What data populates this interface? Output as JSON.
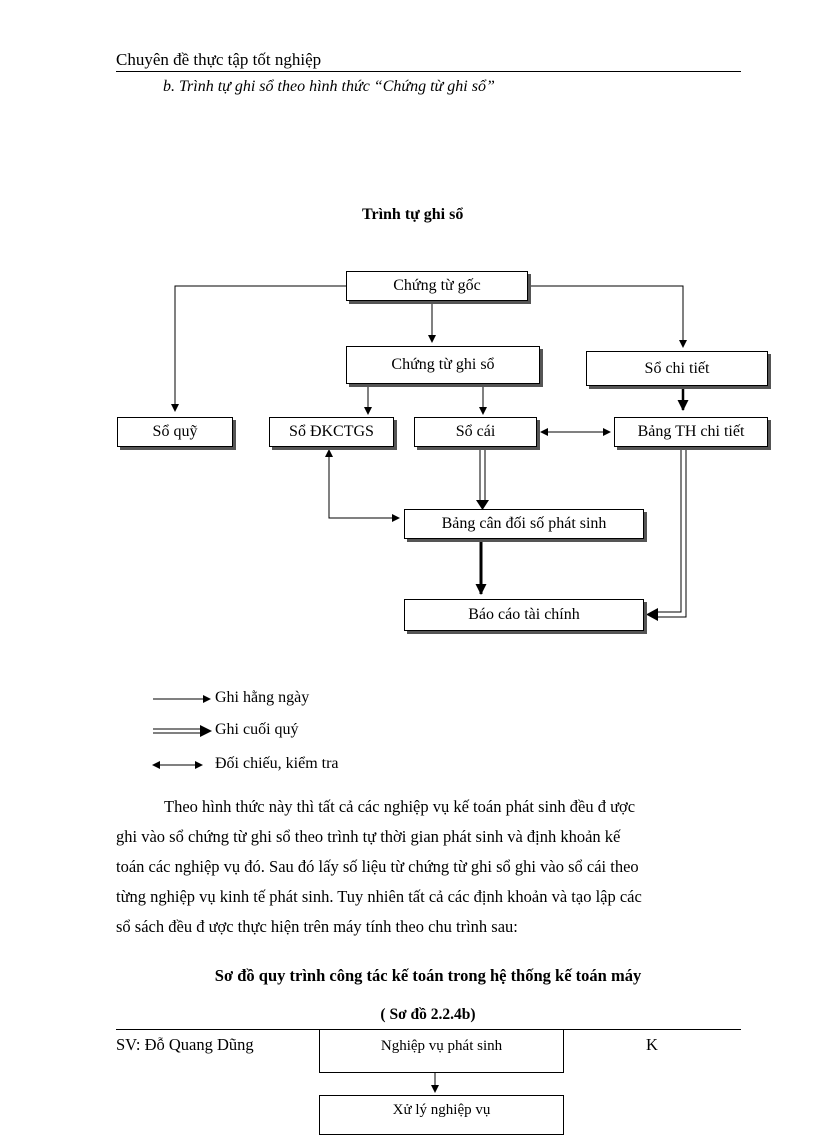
{
  "header": {
    "title": "Chuyên đề thực tập tốt nghiệp"
  },
  "section_heading": "b. Trình tự ghi sổ theo hình thức “Chứng từ ghi sổ”",
  "diagram1": {
    "title": "Trình tự ghi sổ",
    "boxes": {
      "chung_tu_goc": "Chứng từ gốc",
      "chung_tu_ghi_so": "Chứng từ ghi sổ",
      "so_chi_tiet": "Sổ chi tiết",
      "so_quy": "Sổ quỹ",
      "so_dkctgs": "Sổ ĐKCTGS",
      "so_cai": "Sổ cái",
      "bang_th_chi_tiet": "Bảng TH chi tiết",
      "bang_can_doi": "Bảng cân đối số phát sinh",
      "bao_cao_tai_chinh": "Báo cáo tài chính"
    }
  },
  "legend": {
    "daily": "Ghi hằng ngày",
    "quarterly": "Ghi cuối quý",
    "check": "Đối chiếu, kiểm tra"
  },
  "paragraph": {
    "line1": "Theo hình thức này thì tất cả các nghiệp vụ kế toán phát sinh đều đ ược",
    "line2": "ghi vào sổ chứng từ ghi sổ theo trình tự thời gian phát sinh và định khoản kế",
    "line3": "toán các nghiệp vụ đó. Sau đó lấy số liệu từ chứng từ ghi sổ ghi vào sổ cái theo",
    "line4": "từng nghiệp vụ kinh tế phát sinh. Tuy nhiên tất cả các định khoản và tạo lập các",
    "line5": "sổ sách đều đ ược thực hiện trên máy tính theo chu trình sau:"
  },
  "diagram2": {
    "title": "Sơ đồ quy trình công tác kế toán trong hệ thống kế toán máy",
    "subtitle": "( Sơ đồ 2.2.4b)",
    "box1": "Nghiệp vụ phát sinh",
    "box2": "Xử lý nghiệp vụ"
  },
  "footer": {
    "student": "SV: Đỗ Quang Dũng",
    "right": "K"
  }
}
